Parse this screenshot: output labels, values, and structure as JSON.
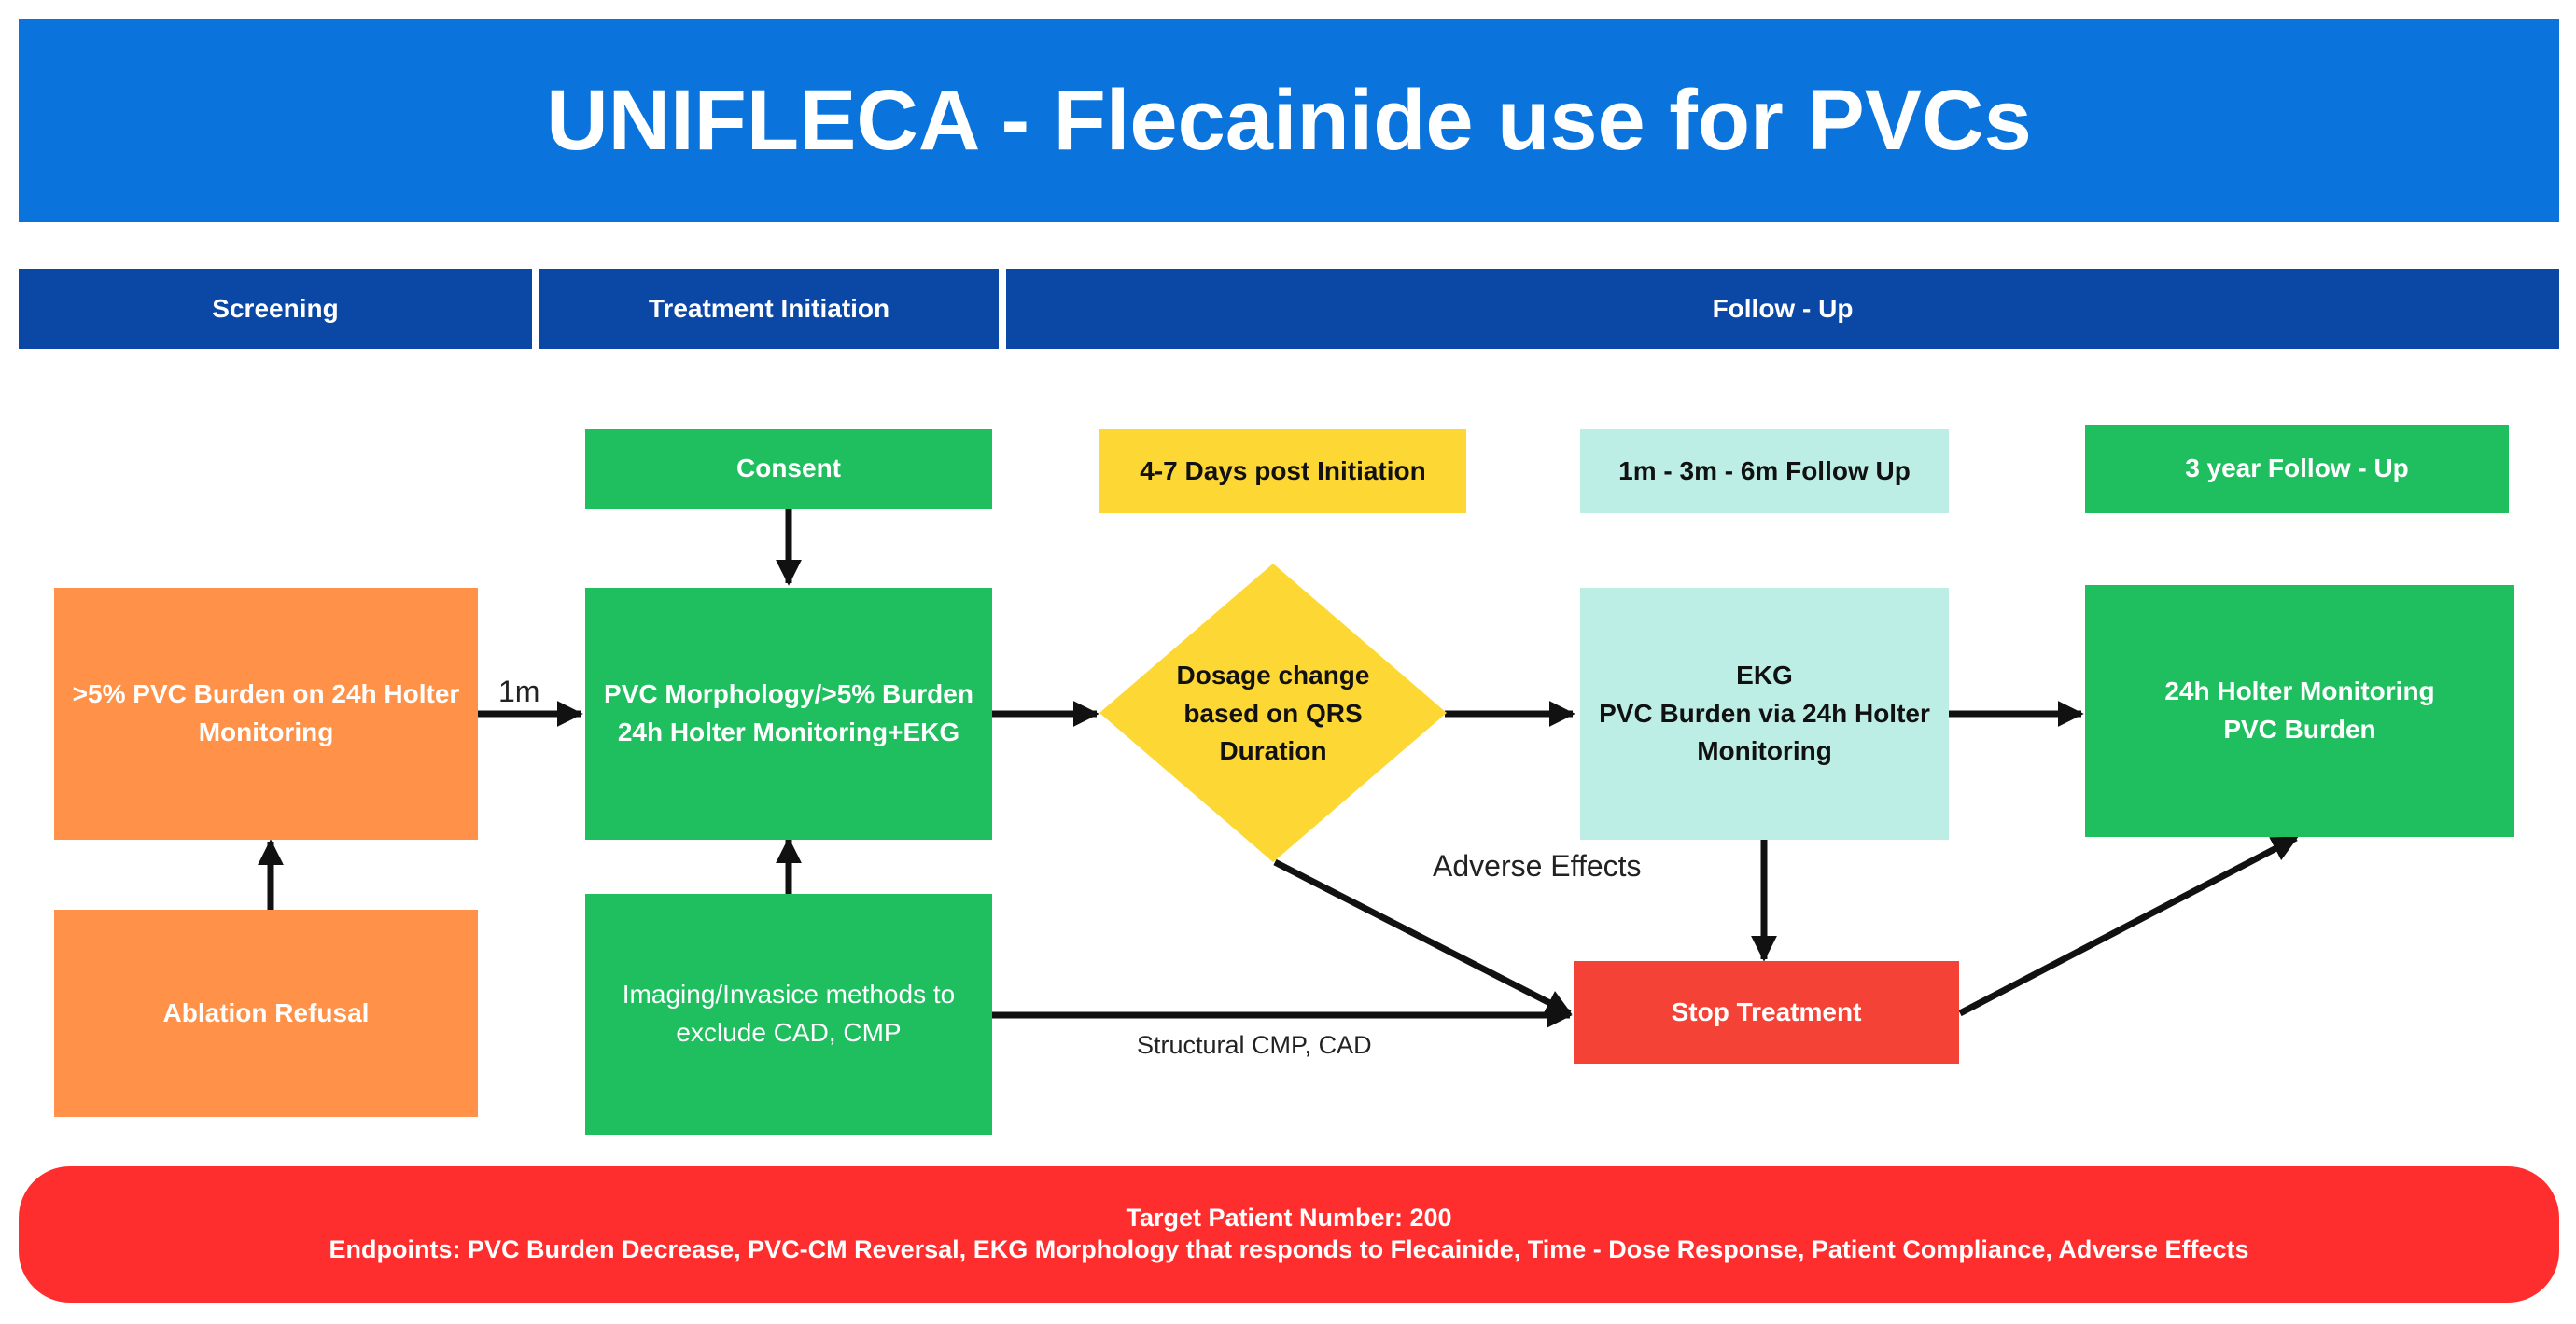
{
  "title": "UNIFLECA - Flecainide use for PVCs",
  "phases": [
    "Screening",
    "Treatment Initiation",
    "Follow - Up"
  ],
  "nodes": {
    "pvc_burden": [
      ">5% PVC Burden on 24h Holter",
      "Monitoring"
    ],
    "ablation_refusal": "Ablation Refusal",
    "consent": "Consent",
    "morphology": [
      "PVC Morphology/>5% Burden",
      "24h Holter Monitoring+EKG"
    ],
    "imaging": [
      "Imaging/Invasice methods to",
      "exclude CAD, CMP"
    ],
    "days_post": "4-7 Days post Initiation",
    "dosage": [
      "Dosage change",
      "based on QRS",
      "Duration"
    ],
    "followup_1m": "1m - 3m - 6m Follow Up",
    "ekg": [
      "EKG",
      "PVC Burden via 24h Holter",
      "Monitoring"
    ],
    "stop": "Stop Treatment",
    "followup_3y": "3 year Follow - Up",
    "holter_24h": [
      "24h Holter Monitoring",
      "PVC Burden"
    ]
  },
  "edge_labels": {
    "one_month": "1m",
    "adverse_effects": "Adverse Effects",
    "structural": "Structural CMP, CAD"
  },
  "footer": {
    "line1": "Target Patient Number: 200",
    "line2": "Endpoints: PVC Burden Decrease, PVC-CM Reversal, EKG Morphology that responds to Flecainide, Time - Dose Response, Patient Compliance, Adverse Effects"
  }
}
